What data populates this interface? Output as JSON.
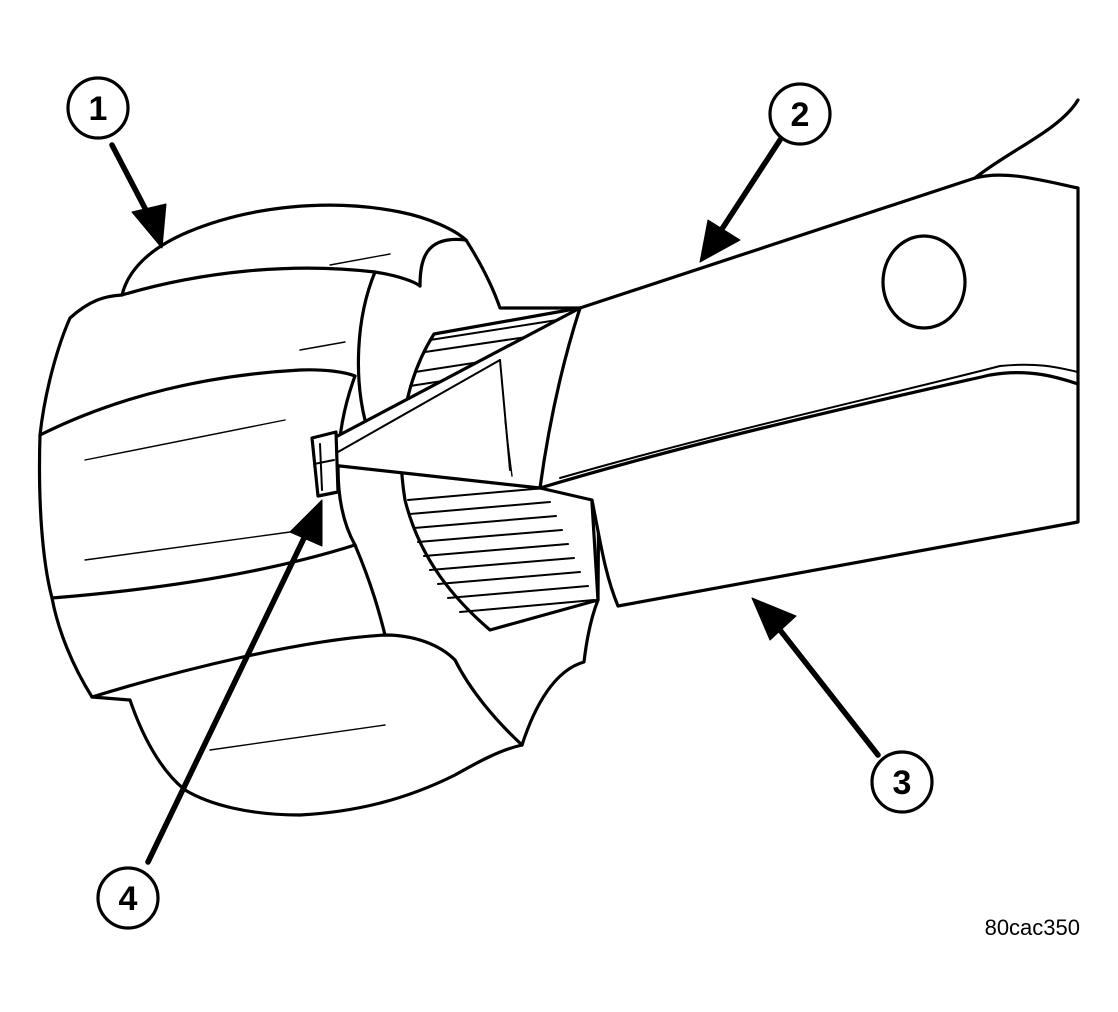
{
  "callouts": [
    {
      "number": "1"
    },
    {
      "number": "2"
    },
    {
      "number": "3"
    },
    {
      "number": "4"
    }
  ],
  "figure_id": "80cac350",
  "colors": {
    "ink": "#000000",
    "paper": "#ffffff"
  }
}
